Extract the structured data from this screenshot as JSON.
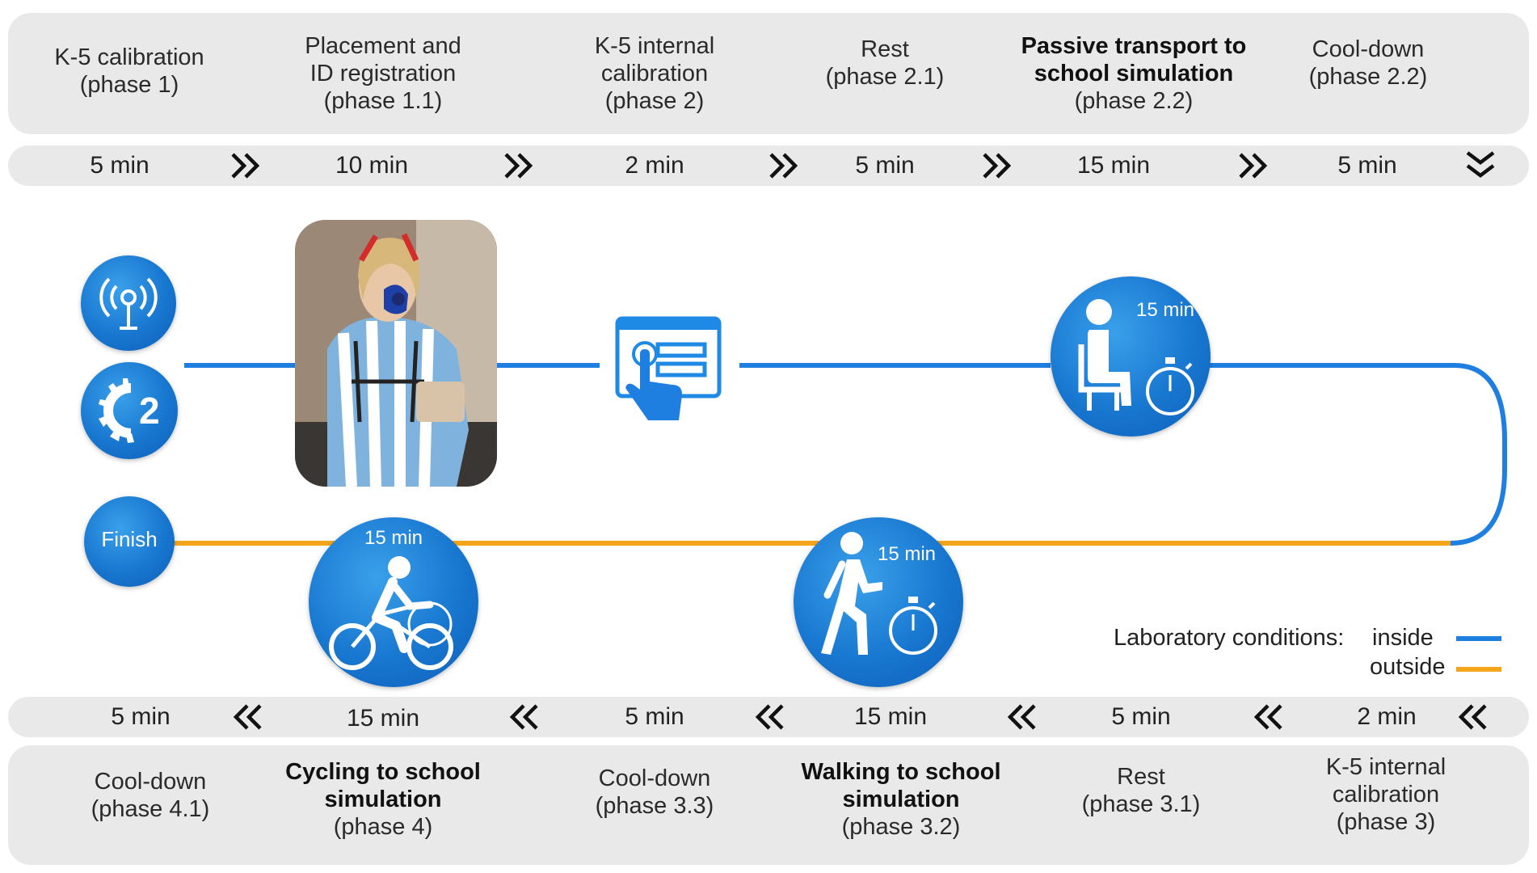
{
  "top_phases": [
    {
      "lines": [
        "K-5 calibration",
        "(phase 1)",
        ""
      ],
      "bold": false
    },
    {
      "lines": [
        "Placement and",
        "ID registration",
        "(phase 1.1)"
      ],
      "bold": false
    },
    {
      "lines": [
        "K-5 internal",
        "calibration",
        "(phase 2)"
      ],
      "bold": false
    },
    {
      "lines": [
        "Rest",
        "(phase 2.1)",
        ""
      ],
      "bold": false
    },
    {
      "lines": [
        "Passive transport to",
        "school simulation",
        "(phase 2.2)"
      ],
      "bold": true
    },
    {
      "lines": [
        "Cool-down",
        "(phase 2.2)",
        ""
      ],
      "bold": false
    }
  ],
  "top_durations": [
    "5 min",
    "10 min",
    "2 min",
    "5 min",
    "15 min",
    "5 min"
  ],
  "bottom_durations": [
    "5 min",
    "15 min",
    "5 min",
    "15 min",
    "5 min",
    "2 min"
  ],
  "bottom_phases": [
    {
      "lines": [
        "Cool-down",
        "(phase 4.1)",
        ""
      ],
      "bold": false
    },
    {
      "lines": [
        "Cycling to school",
        "simulation",
        "(phase 4)"
      ],
      "bold": true
    },
    {
      "lines": [
        "Cool-down",
        "(phase 3.3)",
        ""
      ],
      "bold": false
    },
    {
      "lines": [
        "Walking to school",
        "simulation",
        "(phase 3.2)"
      ],
      "bold": true
    },
    {
      "lines": [
        "Rest",
        "(phase 3.1)",
        ""
      ],
      "bold": false
    },
    {
      "lines": [
        "K-5 internal",
        "calibration",
        "(phase 3)"
      ],
      "bold": false
    }
  ],
  "circles": {
    "sitting_time": "15 min",
    "walking_time": "15 min",
    "cycling_time": "15 min",
    "finish": "Finish"
  },
  "legend": {
    "title": "Laboratory conditions:",
    "inside": "inside",
    "outside": "outside"
  },
  "colors": {
    "inside_line": "#1e7fe0",
    "outside_line": "#f3a51c",
    "circle_blue": "#1877d0",
    "band_gray": "#e9e9e9"
  },
  "icons": [
    "antenna-icon",
    "gear-2-icon",
    "touch-screen-icon",
    "sitting-person-icon",
    "stopwatch-icon",
    "walking-person-icon",
    "cyclist-icon",
    "chevron-right-double-icon",
    "chevron-down-double-icon",
    "chevron-left-double-icon"
  ]
}
